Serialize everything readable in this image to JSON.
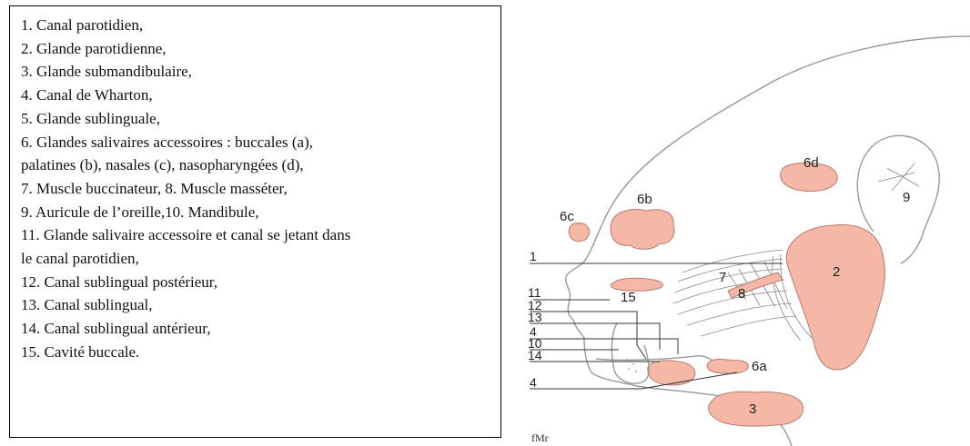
{
  "legend": [
    "1. Canal parotidien,",
    "2. Glande parotidienne,",
    "3. Glande submandibulaire,",
    "4. Canal de Wharton,",
    " 5. Glande sublinguale,",
    "6. Glandes salivaires accessoires : buccales (a),",
    "palatines (b), nasales (c), nasopharyngées (d),",
    "7. Muscle buccinateur, 8. Muscle masséter,",
    "9. Auricule de l’oreille,10. Mandibule,",
    "11. Glande salivaire accessoire et canal se jetant dans",
    "le canal parotidien,",
    "12. Canal sublingual postérieur,",
    "13. Canal sublingual,",
    "14. Canal sublingual antérieur,",
    "15. Cavité buccale."
  ],
  "figure": {
    "labels": {
      "l6d": "6d",
      "l9": "9",
      "l6b": "6b",
      "l6c": "6c",
      "l1": "1",
      "l7": "7",
      "l2": "2",
      "l11": "11",
      "l15": "15",
      "l8": "8",
      "l12": "12",
      "l13": "13",
      "l4a": "4",
      "l10": "10",
      "l14": "14",
      "l6a": "6a",
      "l3": "3",
      "l4b": "4"
    },
    "signature": "fMr"
  }
}
